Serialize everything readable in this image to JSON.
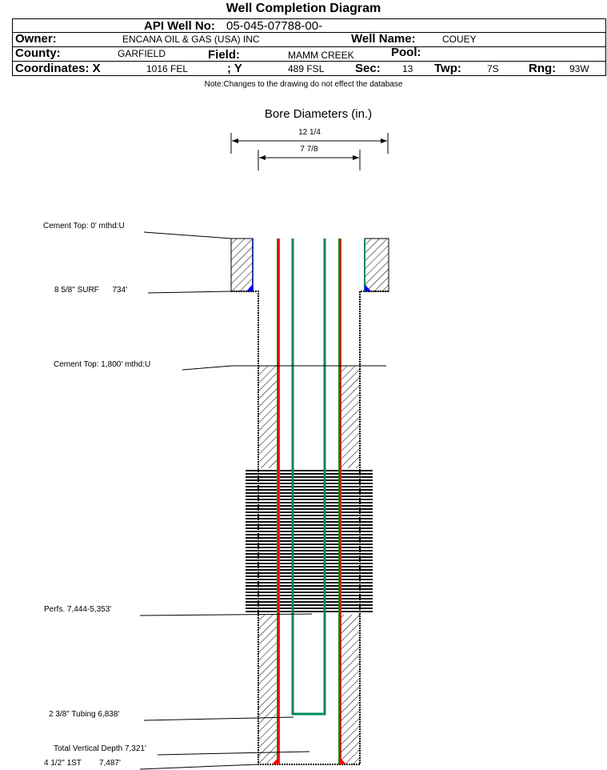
{
  "header": {
    "title": "Well Completion Diagram",
    "api_label": "API Well No:",
    "api_value": "05-045-07788-00-",
    "owner_label": "Owner:",
    "owner_value": "ENCANA OIL & GAS (USA) INC",
    "well_name_label": "Well Name:",
    "well_name_value": "COUEY",
    "county_label": "County:",
    "county_value": "GARFIELD",
    "field_label": "Field:",
    "field_value": "MAMM CREEK",
    "pool_label": "Pool:",
    "coord_x_label": "Coordinates: X",
    "coord_x_value": "1016 FEL",
    "coord_y_label": "; Y",
    "coord_y_value": "489 FSL",
    "sec_label": "Sec:",
    "sec_value": "13",
    "twp_label": "Twp:",
    "twp_value": "7S",
    "rng_label": "Rng:",
    "rng_value": "93W",
    "note": "Note:Changes to the drawing do not effect the database"
  },
  "diagram": {
    "bore_title": "Bore Diameters (in.)",
    "bore_dims": [
      "12 1/4",
      "7 7/8"
    ],
    "annotations": {
      "cement_top_surface": "Cement Top: 0' mthd:U",
      "surface_casing": "8 5/8\" SURF      734'",
      "cement_top_production": "Cement Top: 1,800' mthd:U",
      "perfs": "Perfs. 7,444-5,353'",
      "tubing": "2 3/8\" Tubing 6,838'",
      "tvd": "Total Vertical Depth 7,321'",
      "production_casing": "4 1/2\" 1ST        7,487'"
    },
    "colors": {
      "casing": "#ff0000",
      "tubing": "#008a5a",
      "cement_shoe": "#0000ff"
    }
  }
}
